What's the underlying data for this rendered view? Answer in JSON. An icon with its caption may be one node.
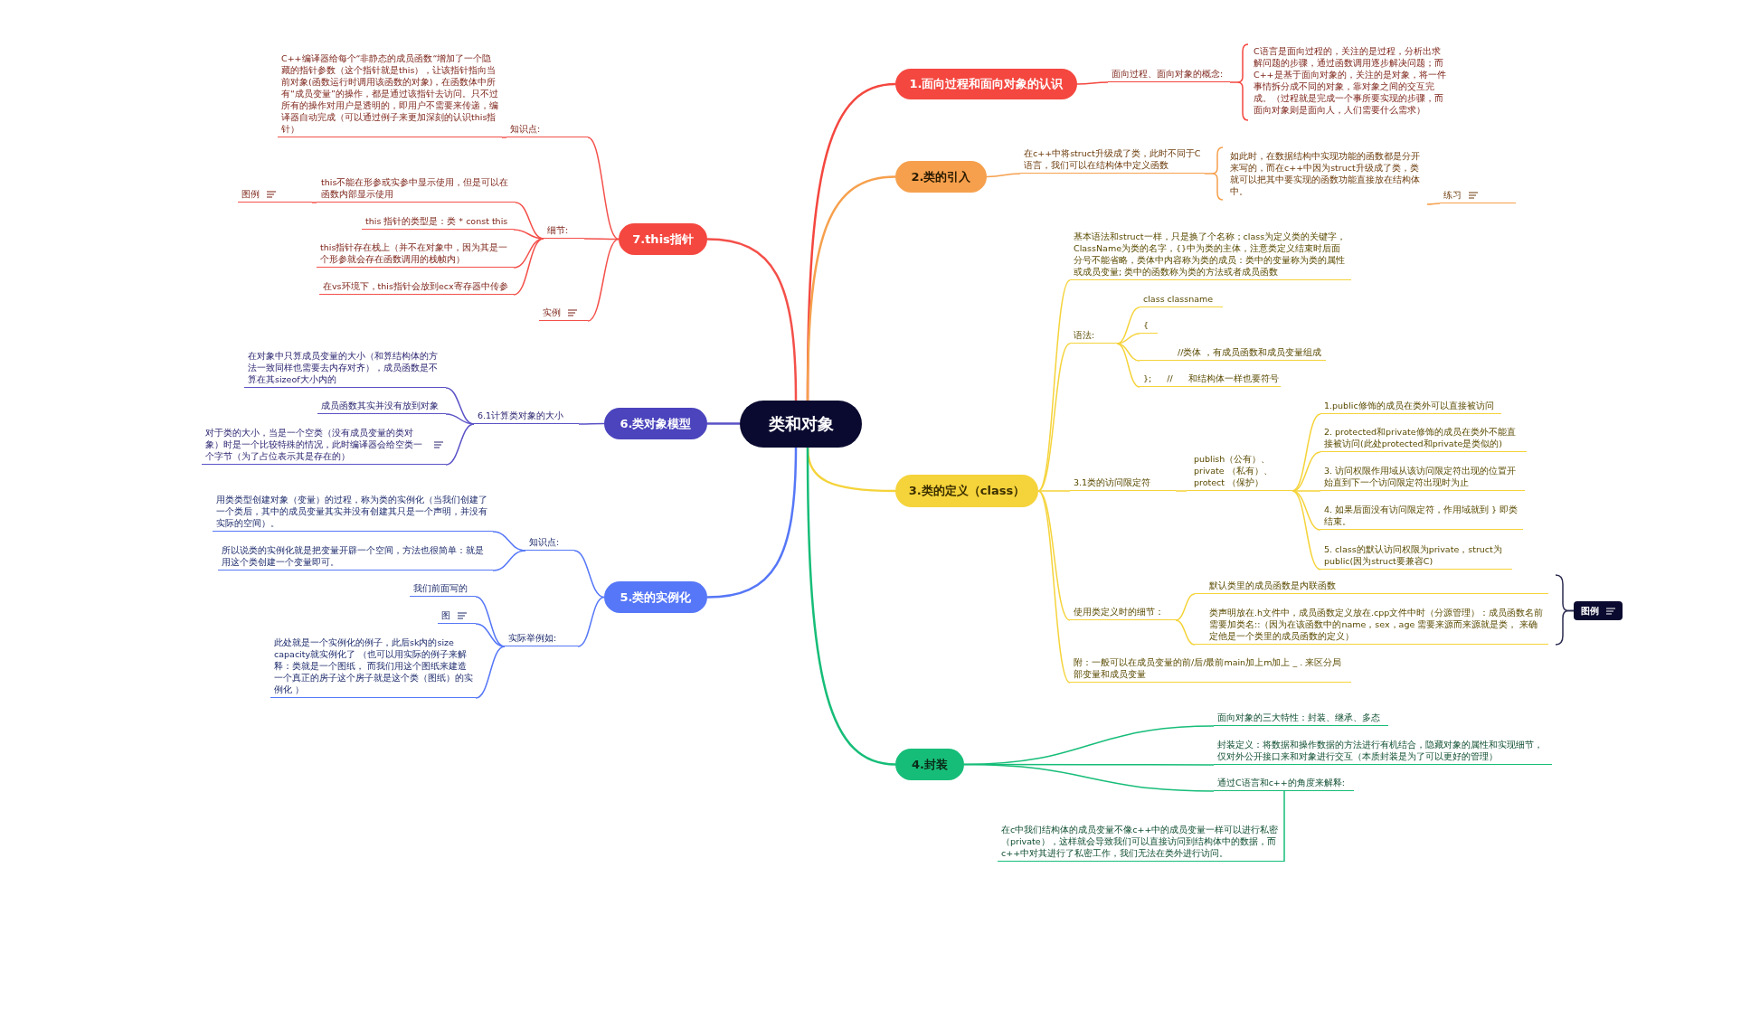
{
  "diagram": {
    "nodes": [
      {
        "text": [
          "类和对象"
        ]
      },
      {
        "text": [
          "1.面向过程和面向对象的认识"
        ]
      },
      {
        "text": [
          "面向过程、面向对象的概念:"
        ]
      },
      {
        "text": [
          "C语言是面向过程的，关注的是过程，分析出求解问题的步骤，通过函数调用逐步解决问题；而C++是基于面向对象的，关注的是对象，将一件事情拆分成不同的对象，靠对象之间的交互完成。（过程就是完成一个事所要实现的步骤，而面向对象则是面向人，人们需要什么需求）"
        ]
      },
      {
        "text": [
          "2.类的引入"
        ]
      },
      {
        "text": [
          "在c++中将struct升级成了类，此时不同于C语言，我们可以在结构体中定义函数"
        ]
      },
      {
        "text": [
          "如此时，在数据结构中实现功能的函数都是分开来写的，而在c++中因为struct升级成了类，类就可以把其中要实现的函数功能直接放在结构体中。"
        ]
      },
      {
        "text": [
          "练习"
        ]
      },
      {
        "text": [
          "3.类的定义（class）"
        ]
      },
      {
        "text": [
          "基本语法和struct一样，只是换了个名称；class为定义类的关键字，ClassName为类的名字，{}中为类的主体，注意类定义结束时后面分号不能省略，类体中内容称为类的成员：类中的变量称为类的属性或成员变量; 类中的函数称为类的方法或者成员函数"
        ]
      },
      {
        "text": [
          "语法:"
        ]
      },
      {
        "text": [
          "class classname"
        ]
      },
      {
        "text": [
          "{"
        ]
      },
      {
        "text": [
          "//类体 ，有成员函数和成员变量组成"
        ]
      },
      {
        "text": [
          "}; // 和结构体一样也要符号"
        ]
      },
      {
        "text": [
          "3.1类的访问限定符"
        ]
      },
      {
        "text": [
          "publish（公有）、private （私有）、protect （保护）"
        ]
      },
      {
        "text": [
          "1.public修饰的成员在类外可以直接被访问"
        ]
      },
      {
        "text": [
          "2. protected和private修饰的成员在类外不能直接被访问(此处protected和private是类似的)"
        ]
      },
      {
        "text": [
          "3. 访问权限作用域从该访问限定符出现的位置开始直到下一个访问限定符出现时为止"
        ]
      },
      {
        "text": [
          "4. 如果后面没有访问限定符，作用域就到 } 即类结束。"
        ]
      },
      {
        "text": [
          "5. class的默认访问权限为private，struct为public(因为struct要兼容C)"
        ]
      },
      {
        "text": [
          "使用类定义时的细节："
        ]
      },
      {
        "text": [
          "默认类里的成员函数是内联函数"
        ]
      },
      {
        "text": [
          "类声明放在.h文件中，成员函数定义放在.cpp文件中时（分源管理）：成员函数名前需要加类名::（因为在该函数中的name，sex，age 需要来源而来源就是类， 来确定他是一个类里的成员函数的定义）"
        ]
      },
      {
        "text": [
          "图例"
        ]
      },
      {
        "text": [
          "附：一般可以在成员变量的前/后/最前main加上m加上 _ . 来区分局部变量和成员变量"
        ]
      },
      {
        "text": [
          "4.封装"
        ]
      },
      {
        "text": [
          "面向对象的三大特性：封装、继承、多态"
        ]
      },
      {
        "text": [
          "封装定义：将数据和操作数据的方法进行有机结合，隐藏对象的属性和实现细节，仅对外公开接口来和对象进行交互（本质封装是为了可以更好的管理）"
        ]
      },
      {
        "text": [
          "通过C语言和c++的角度来解释:"
        ]
      },
      {
        "text": [
          "在c中我们结构体的成员变量不像c++中的成员变量一样可以进行私密（private），这样就会导致我们可以直接访问到结构体中的数据，而c++中对其进行了私密工作，我们无法在类外进行访问。"
        ]
      },
      {
        "text": [
          "5.类的实例化"
        ]
      },
      {
        "text": [
          "知识点:"
        ]
      },
      {
        "text": [
          "用类类型创建对象（变量）的过程，称为类的实例化（当我们创建了一个类后，其中的成员变量其实并没有创建其只是一个声明，并没有实际的空间）。"
        ]
      },
      {
        "text": [
          "所以说类的实例化就是把变量开辟一个空间，方法也很简单：就是用这个类创建一个变量即可。"
        ]
      },
      {
        "text": [
          "实际举例如:"
        ]
      },
      {
        "text": [
          "我们前面写的"
        ]
      },
      {
        "text": [
          "图"
        ]
      },
      {
        "text": [
          "此处就是一个实例化的例子，此后sk内的size capacity就实例化了 （也可以用实际的例子来解释：类就是一个图纸， 而我们用这个图纸来建造一个真正的房子这个房子就是这个类（图纸）的实例化 ）"
        ]
      },
      {
        "text": [
          "6.类对象模型"
        ]
      },
      {
        "text": [
          "6.1计算类对象的大小"
        ]
      },
      {
        "text": [
          "在对象中只算成员变量的大小（和算结构体的方法一致同样也需要去内存对齐），成员函数是不算在其sizeof大小内的"
        ]
      },
      {
        "text": [
          "成员函数其实并没有放到对象"
        ]
      },
      {
        "text": [
          "对于类的大小，当是一个空类（没有成员变量的类对象）时是一个比较特殊的情况，此时编译器会给空类一个字节（为了占位表示其是存在的）"
        ]
      },
      {
        "text": [
          "7.this指针"
        ]
      },
      {
        "text": [
          "知识点:"
        ]
      },
      {
        "text": [
          "C++编译器给每个“非静态的成员函数“增加了一个隐藏的指针参数（这个指针就是this），让该指针指向当前对象(函数运行时调用该函数的对象)，在函数体中所有“成员变量”的操作，都是通过该指针去访问。只不过所有的操作对用户是透明的，即用户不需要来传递，编译器自动完成（可以通过例子来更加深刻的认识this指针）"
        ]
      },
      {
        "text": [
          "细节:"
        ]
      },
      {
        "text": [
          "this不能在形参或实参中显示使用，但是可以在函数内部显示使用"
        ]
      },
      {
        "text": [
          "图例"
        ]
      },
      {
        "text": [
          "this 指针的类型是：类 * const this"
        ]
      },
      {
        "text": [
          "this指针存在栈上（并不在对象中，因为其是一个形参就会存在函数调用的栈帧内）"
        ]
      },
      {
        "text": [
          "在vs环境下，this指针会放到ecx寄存器中传参"
        ]
      },
      {
        "text": [
          "实例"
        ]
      }
    ],
    "edges": [
      {
        "from": 0,
        "to": 1,
        "arrow": "none",
        "color": "#f4473f"
      },
      {
        "from": 1,
        "to": 2,
        "arrow": "none",
        "color": "#f4473f"
      },
      {
        "from": 2,
        "to": 3,
        "arrow": "none",
        "color": "#f4473f"
      },
      {
        "from": 0,
        "to": 4,
        "arrow": "none",
        "color": "#f6a04d"
      },
      {
        "from": 4,
        "to": 5,
        "arrow": "none",
        "color": "#f6a04d"
      },
      {
        "from": 5,
        "to": 6,
        "arrow": "none",
        "color": "#f6a04d"
      },
      {
        "from": 6,
        "to": 7,
        "arrow": "none",
        "color": "#f6a04d"
      },
      {
        "from": 0,
        "to": 8,
        "arrow": "none"
      },
      {
        "from": 8,
        "to": 9,
        "arrow": "none"
      },
      {
        "from": 8,
        "to": 10,
        "arrow": "none"
      },
      {
        "from": 10,
        "to": 11,
        "arrow": "none"
      },
      {
        "from": 10,
        "to": 12,
        "arrow": "none"
      },
      {
        "from": 10,
        "to": 13,
        "arrow": "none"
      },
      {
        "from": 10,
        "to": 14,
        "arrow": "none"
      },
      {
        "from": 8,
        "to": 15,
        "arrow": "none"
      },
      {
        "from": 15,
        "to": 16,
        "arrow": "none"
      },
      {
        "from": 16,
        "to": 17,
        "arrow": "none"
      },
      {
        "from": 16,
        "to": 18,
        "arrow": "none"
      },
      {
        "from": 16,
        "to": 19,
        "arrow": "none"
      },
      {
        "from": 16,
        "to": 20,
        "arrow": "none"
      },
      {
        "from": 16,
        "to": 21,
        "arrow": "none"
      },
      {
        "from": 8,
        "to": 22,
        "arrow": "none"
      },
      {
        "from": 22,
        "to": 23,
        "arrow": "none"
      },
      {
        "from": 22,
        "to": 24,
        "arrow": "none"
      },
      {
        "from": 23,
        "to": 25,
        "arrow": "none",
        "color": "#2b2b50"
      },
      {
        "from": 24,
        "to": 25,
        "arrow": "none",
        "color": "#2b2b50"
      },
      {
        "from": 8,
        "to": 26,
        "arrow": "none"
      },
      {
        "from": 0,
        "to": 27,
        "arrow": "none",
        "color": "#16bd78"
      },
      {
        "from": 27,
        "to": 28,
        "arrow": "none",
        "color": "#16bd78"
      },
      {
        "from": 27,
        "to": 29,
        "arrow": "none",
        "color": "#16bd78"
      },
      {
        "from": 27,
        "to": 30,
        "arrow": "none",
        "color": "#16bd78"
      },
      {
        "from": 30,
        "to": 31,
        "arrow": "none",
        "color": "#16bd78"
      },
      {
        "from": 0,
        "to": 32,
        "arrow": "none",
        "color": "#5677f7"
      },
      {
        "from": 32,
        "to": 33,
        "arrow": "none",
        "color": "#5677f7"
      },
      {
        "from": 33,
        "to": 34,
        "arrow": "none",
        "color": "#5677f7"
      },
      {
        "from": 33,
        "to": 35,
        "arrow": "none",
        "color": "#5677f7"
      },
      {
        "from": 32,
        "to": 36,
        "arrow": "none",
        "color": "#5677f7"
      },
      {
        "from": 36,
        "to": 37,
        "arrow": "none",
        "color": "#5677f7"
      },
      {
        "from": 36,
        "to": 38,
        "arrow": "none",
        "color": "#5677f7"
      },
      {
        "from": 36,
        "to": 39,
        "arrow": "none",
        "color": "#5677f7"
      },
      {
        "from": 0,
        "to": 40,
        "arrow": "none",
        "color": "#5a52c6"
      },
      {
        "from": 40,
        "to": 41,
        "arrow": "none",
        "color": "#5a52c6"
      },
      {
        "from": 41,
        "to": 42,
        "arrow": "none",
        "color": "#5a52c6"
      },
      {
        "from": 41,
        "to": 43,
        "arrow": "none",
        "color": "#5a52c6"
      },
      {
        "from": 41,
        "to": 44,
        "arrow": "none",
        "color": "#5a52c6"
      },
      {
        "from": 0,
        "to": 45,
        "arrow": "none",
        "color": "#f4504a"
      },
      {
        "from": 45,
        "to": 46,
        "arrow": "none",
        "color": "#f4504a"
      },
      {
        "from": 46,
        "to": 47,
        "arrow": "none",
        "color": "#f4504a"
      },
      {
        "from": 45,
        "to": 48,
        "arrow": "none",
        "color": "#f4504a"
      },
      {
        "from": 48,
        "to": 49,
        "arrow": "none",
        "color": "#f4504a"
      },
      {
        "from": 49,
        "to": 50,
        "arrow": "none",
        "color": "#f4504a"
      },
      {
        "from": 48,
        "to": 51,
        "arrow": "none",
        "color": "#f4504a"
      },
      {
        "from": 48,
        "to": 52,
        "arrow": "none",
        "color": "#f4504a"
      },
      {
        "from": 48,
        "to": 53,
        "arrow": "none",
        "color": "#f4504a"
      },
      {
        "from": 45,
        "to": 54,
        "arrow": "none",
        "color": "#f4504a"
      }
    ]
  }
}
